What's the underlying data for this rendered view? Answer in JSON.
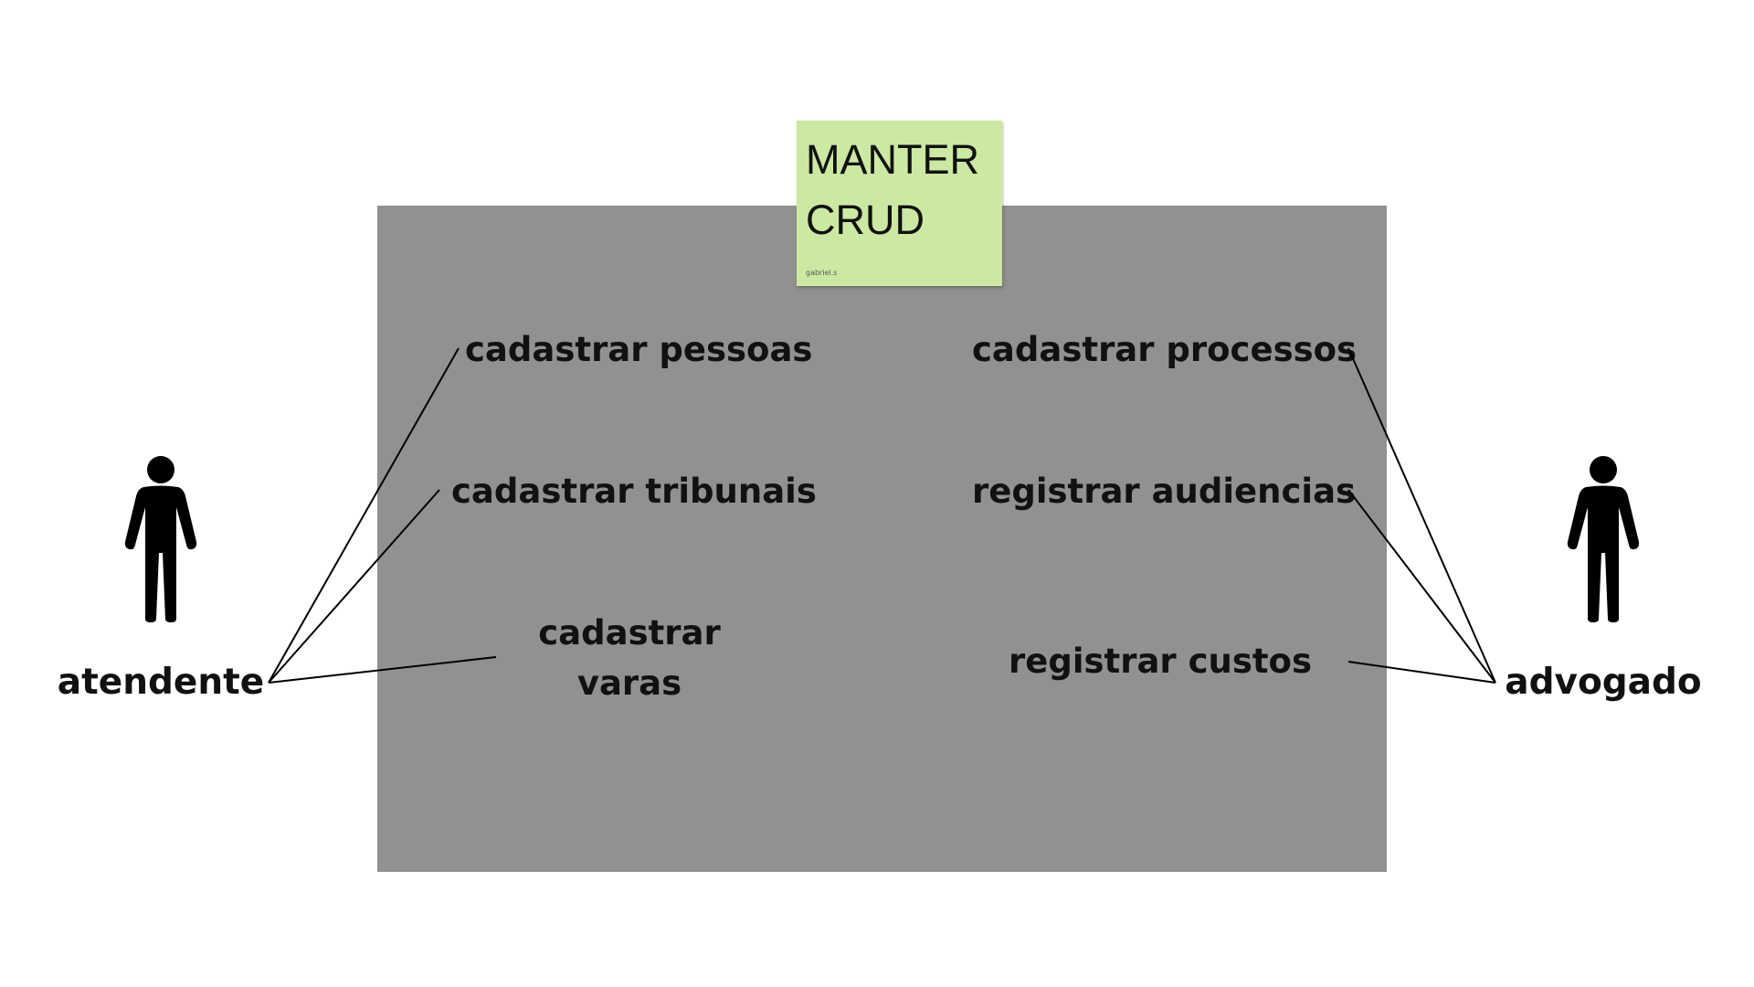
{
  "note": {
    "title": "MANTER\nCRUD",
    "author": "gabriel.s"
  },
  "actors": {
    "left": {
      "label": "atendente",
      "icon": "person-icon"
    },
    "right": {
      "label": "advogado",
      "icon": "person-icon"
    }
  },
  "use_cases": {
    "left": [
      {
        "label": "cadastrar pessoas"
      },
      {
        "label": "cadastrar tribunais"
      },
      {
        "label": "cadastrar\nvaras"
      }
    ],
    "right": [
      {
        "label": "cadastrar processos"
      },
      {
        "label": "registrar audiencias"
      },
      {
        "label": "registrar custos"
      }
    ]
  },
  "colors": {
    "system_box": "#919191",
    "sticky_note": "#cbe9a2",
    "text": "#111111"
  }
}
